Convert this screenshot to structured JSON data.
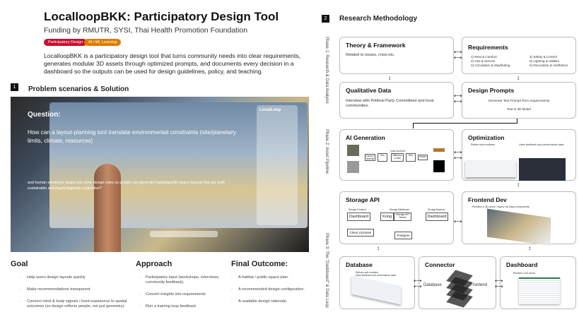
{
  "header": {
    "title": "LocalloopBKK: Participatory Design Tool",
    "funding": "Funding by RMUTR, SYSI, Thai Health Promotion Foundation",
    "tags": [
      {
        "label": "Participatory Design",
        "color": "#c8102e"
      },
      {
        "label": "AI / ML Learning",
        "color": "#e07b00"
      }
    ],
    "description": "LocalloopBKK is a participatory design tool that turns community needs into clear requirements, generates modular 3D assets through optimized prompts, and documents every decision in a dashboard so the outputs can be used for design guidelines, policy, and teaching."
  },
  "section1": {
    "number": "1",
    "title": "Problem scenarios & Solution",
    "question_label": "Question:",
    "question_main": "How can a layout-planning tool translate environmental constraints (site/planetary limits, climate, resources)",
    "question_sub": "and human emotional states into clear design rules so people can generate habitat/public-space layouts that are both sustainable and psychologically supportive?",
    "app_logo": "LocalLoop"
  },
  "goal": {
    "title": "Goal",
    "items": [
      "Help users design layouts quickly",
      "Make recommendations transparent",
      "Connect mind & body signals / lived experience to spatial outcomes (so design reflects people, not just geometry)."
    ]
  },
  "approach": {
    "title": "Approach",
    "items": [
      "Participatory input (workshops, interviews, community feedback).",
      "Convert insights into requirements",
      "Run a training loop feedback"
    ]
  },
  "outcome": {
    "title": "Final Outcome:",
    "items": [
      "A habitat / public-space plan.",
      "A recommended design configuration.",
      "A readable design rationale."
    ]
  },
  "section2": {
    "number": "2",
    "title": "Research Methodology",
    "phases": [
      "Phase 1: Research & Data Analysis",
      "Phase 2: Asset Pipeline",
      "Phase 3: The \"Dashboard\" & Data Loop"
    ],
    "theory": {
      "title": "Theory & Framework",
      "text": "Related to issues, crisis etc."
    },
    "requirements": {
      "title": "Requirements",
      "items": [
        "1) Rest & Comfort",
        "2) Use & Service",
        "3) Circulation & Wayfinding",
        "4) Safety & Control",
        "5) Lighting & Utilities",
        "6) Decoration & Aesthetics"
      ]
    },
    "qualitative": {
      "title": "Qualitative Data",
      "text": "Interview with Political Party Committees and local communities."
    },
    "prompts": {
      "title": "Design Prompts",
      "line1": "Generate Text Prompt from requirements",
      "line2": "Text to 3D Model"
    },
    "ai": {
      "title": "AI Generation",
      "prompt": "\"road furniture\"",
      "blocks": [
        "Canny / Normal",
        "Enc",
        "Diffusion U-Net",
        "Dec",
        "Model"
      ]
    },
    "optimization": {
      "title": "Optimization",
      "items": [
        "Refine sub-modules.",
        "Uses feedback and performance data."
      ]
    },
    "storage": {
      "title": "Storage API",
      "groups": [
        "Storage Frontend",
        "Storage Middleware",
        "Storage Backend"
      ],
      "nodes": [
        "Dashboard",
        "Kong",
        "Storage API Server",
        "Dashboard",
        "Client Libraries",
        "Postgres"
      ]
    },
    "frontend": {
      "title": "Frontend Dev",
      "text": "Renders a 3D scene / layout via lossy components."
    },
    "database": {
      "title": "Database",
      "items": [
        "Refines sub-modules.",
        "Uses feedback and performance data."
      ]
    },
    "connector": {
      "title": "Connector",
      "left": "Database",
      "right": "Frontend"
    },
    "dashboard": {
      "title": "Dashboard",
      "items": [
        "Renders a 3D scene."
      ]
    }
  }
}
